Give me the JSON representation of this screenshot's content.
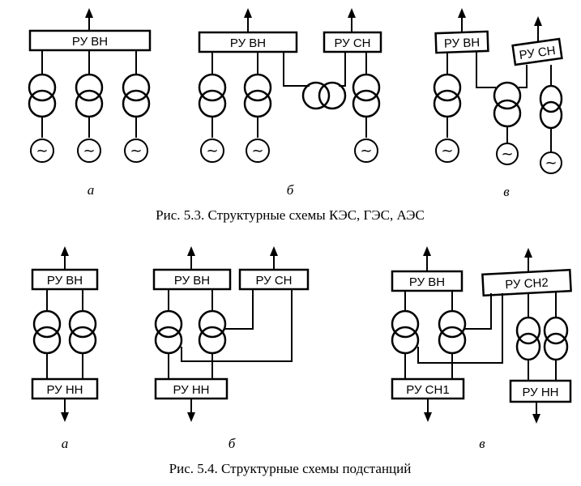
{
  "fig53": {
    "caption": "Рис. 5.3. Структурные схемы КЭС, ГЭС, АЭС",
    "a": {
      "label": "а",
      "box_vn": "РУ  ВН"
    },
    "b": {
      "label": "б",
      "box_vn": "РУ  ВН",
      "box_sn": "РУ СН"
    },
    "c": {
      "label": "в",
      "box_vn": "РУ ВН",
      "box_sn": "РУ СН"
    },
    "generator_symbol": "~"
  },
  "fig54": {
    "caption": "Рис. 5.4. Структурные схемы подстанций",
    "a": {
      "label": "а",
      "box_vn": "РУ  ВН",
      "box_nn": "РУ  НН"
    },
    "b": {
      "label": "б",
      "box_vn": "РУ  ВН",
      "box_sn": "РУ  СН",
      "box_nn": "РУ  НН"
    },
    "c": {
      "label": "в",
      "box_vn": "РУ  ВН",
      "box_sn2": "РУ  СН2",
      "box_sn1": "РУ  СН1",
      "box_nn": "РУ  НН"
    }
  }
}
